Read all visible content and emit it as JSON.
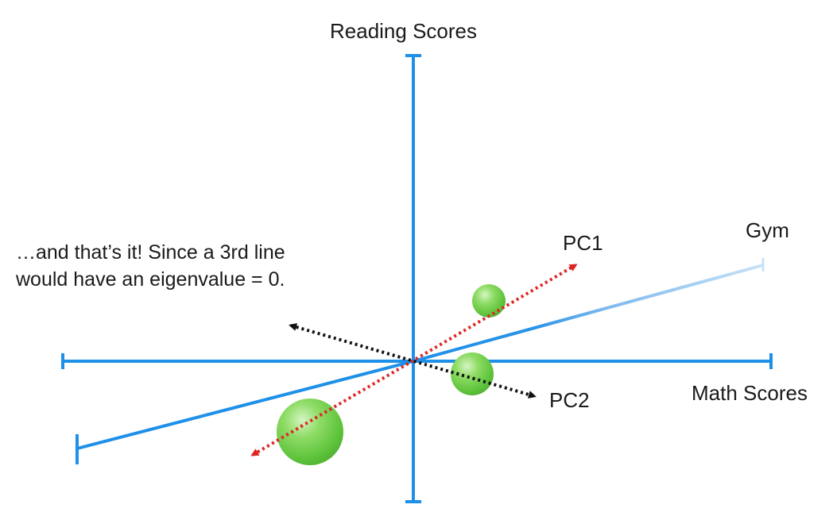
{
  "axes": {
    "y_label": "Reading Scores",
    "x_label": "Math Scores",
    "z_label": "Gym"
  },
  "vectors": {
    "pc1_label": "PC1",
    "pc2_label": "PC2"
  },
  "note": {
    "line1": "…and that’s it! Since a 3rd line",
    "line2": "would have an eigenvalue = 0."
  },
  "colors": {
    "axis": "#1e90e8",
    "axis_far": "#bcdcf6",
    "pc1": "#e02424",
    "pc2": "#111111",
    "point": "#6fcf4a"
  }
}
